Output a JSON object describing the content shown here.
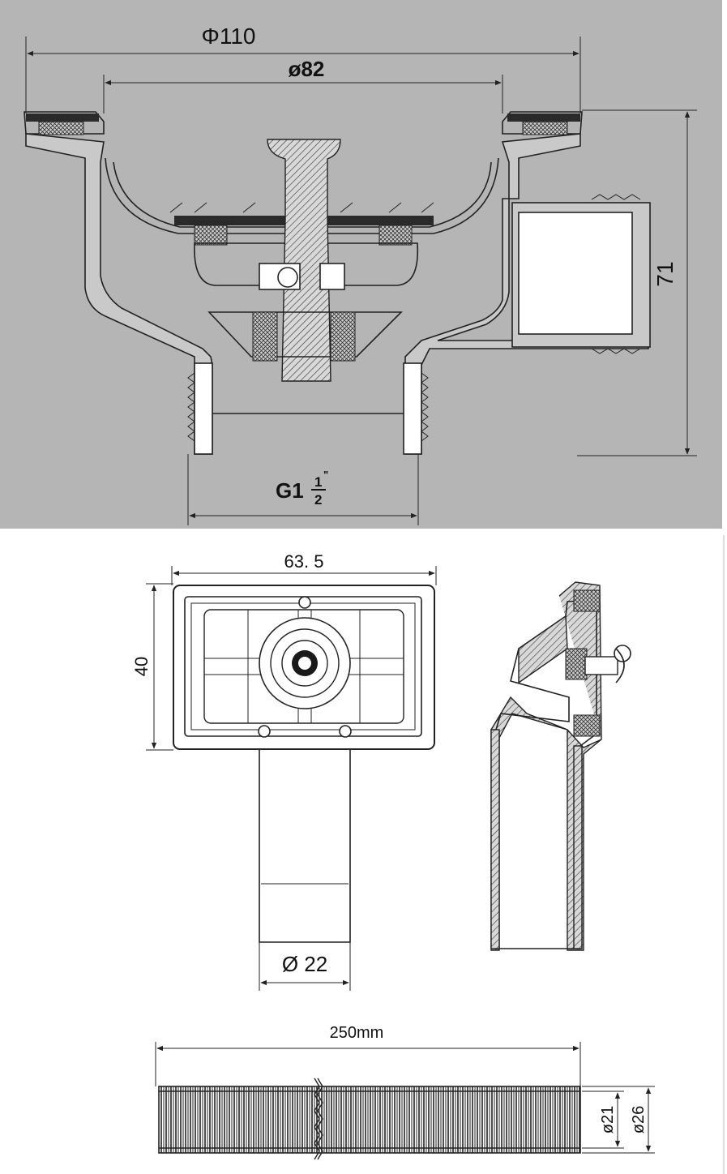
{
  "top_drawing": {
    "background_color": "#b5b5b5",
    "dim_outer_diameter": "Φ110",
    "dim_basket_diameter": "ø82",
    "dim_height": "71",
    "dim_thread_base": "G1",
    "dim_thread_num": "1",
    "dim_thread_mark": "\"",
    "dim_thread_den": "2"
  },
  "middle_drawing": {
    "dim_width": "63. 5",
    "dim_height": "40",
    "dim_pipe_diameter": "Ø 22"
  },
  "bottom_drawing": {
    "dim_length": "250mm",
    "dim_inner_diameter": "ø21",
    "dim_outer_diameter": "ø26"
  }
}
